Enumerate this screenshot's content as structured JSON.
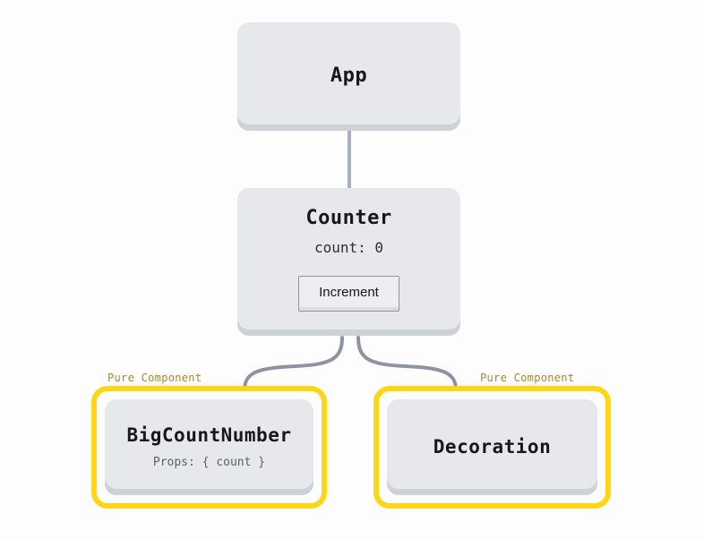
{
  "diagram": {
    "title": "React component tree with pure components",
    "background_color": "#fdfdfd",
    "node_fill_color": "#e6e8ec",
    "pure_border_color": "#ffd615",
    "pure_label_color": "#a68a28",
    "edge_color": "#8c93a1"
  },
  "nodes": {
    "app": {
      "title": "App"
    },
    "counter": {
      "title": "Counter",
      "state_text": "count: 0",
      "button_label": "Increment"
    },
    "big_count_number": {
      "pure_label": "Pure Component",
      "title": "BigCountNumber",
      "props_text": "Props: { count }"
    },
    "decoration": {
      "pure_label": "Pure Component",
      "title": "Decoration"
    }
  },
  "edges": [
    {
      "from": "app",
      "to": "counter",
      "style": "straight-vertical"
    },
    {
      "from": "counter",
      "to": "big_count_number",
      "style": "curved-left"
    },
    {
      "from": "counter",
      "to": "decoration",
      "style": "curved-right"
    }
  ]
}
